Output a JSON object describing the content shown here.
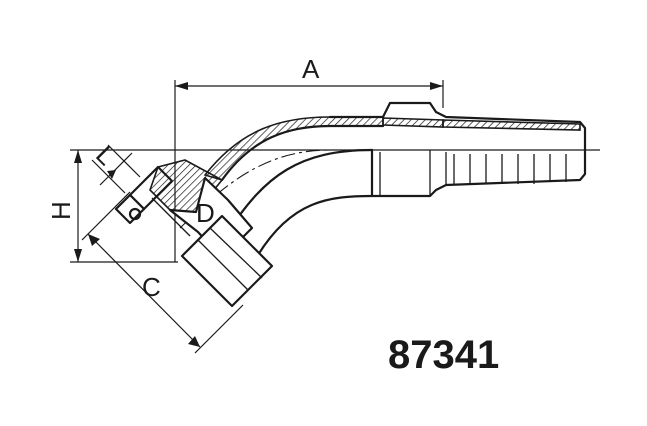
{
  "drawing": {
    "labels": {
      "A": "A",
      "H": "H",
      "L": "L",
      "D": "D",
      "C": "C"
    },
    "part_number": "87341"
  }
}
